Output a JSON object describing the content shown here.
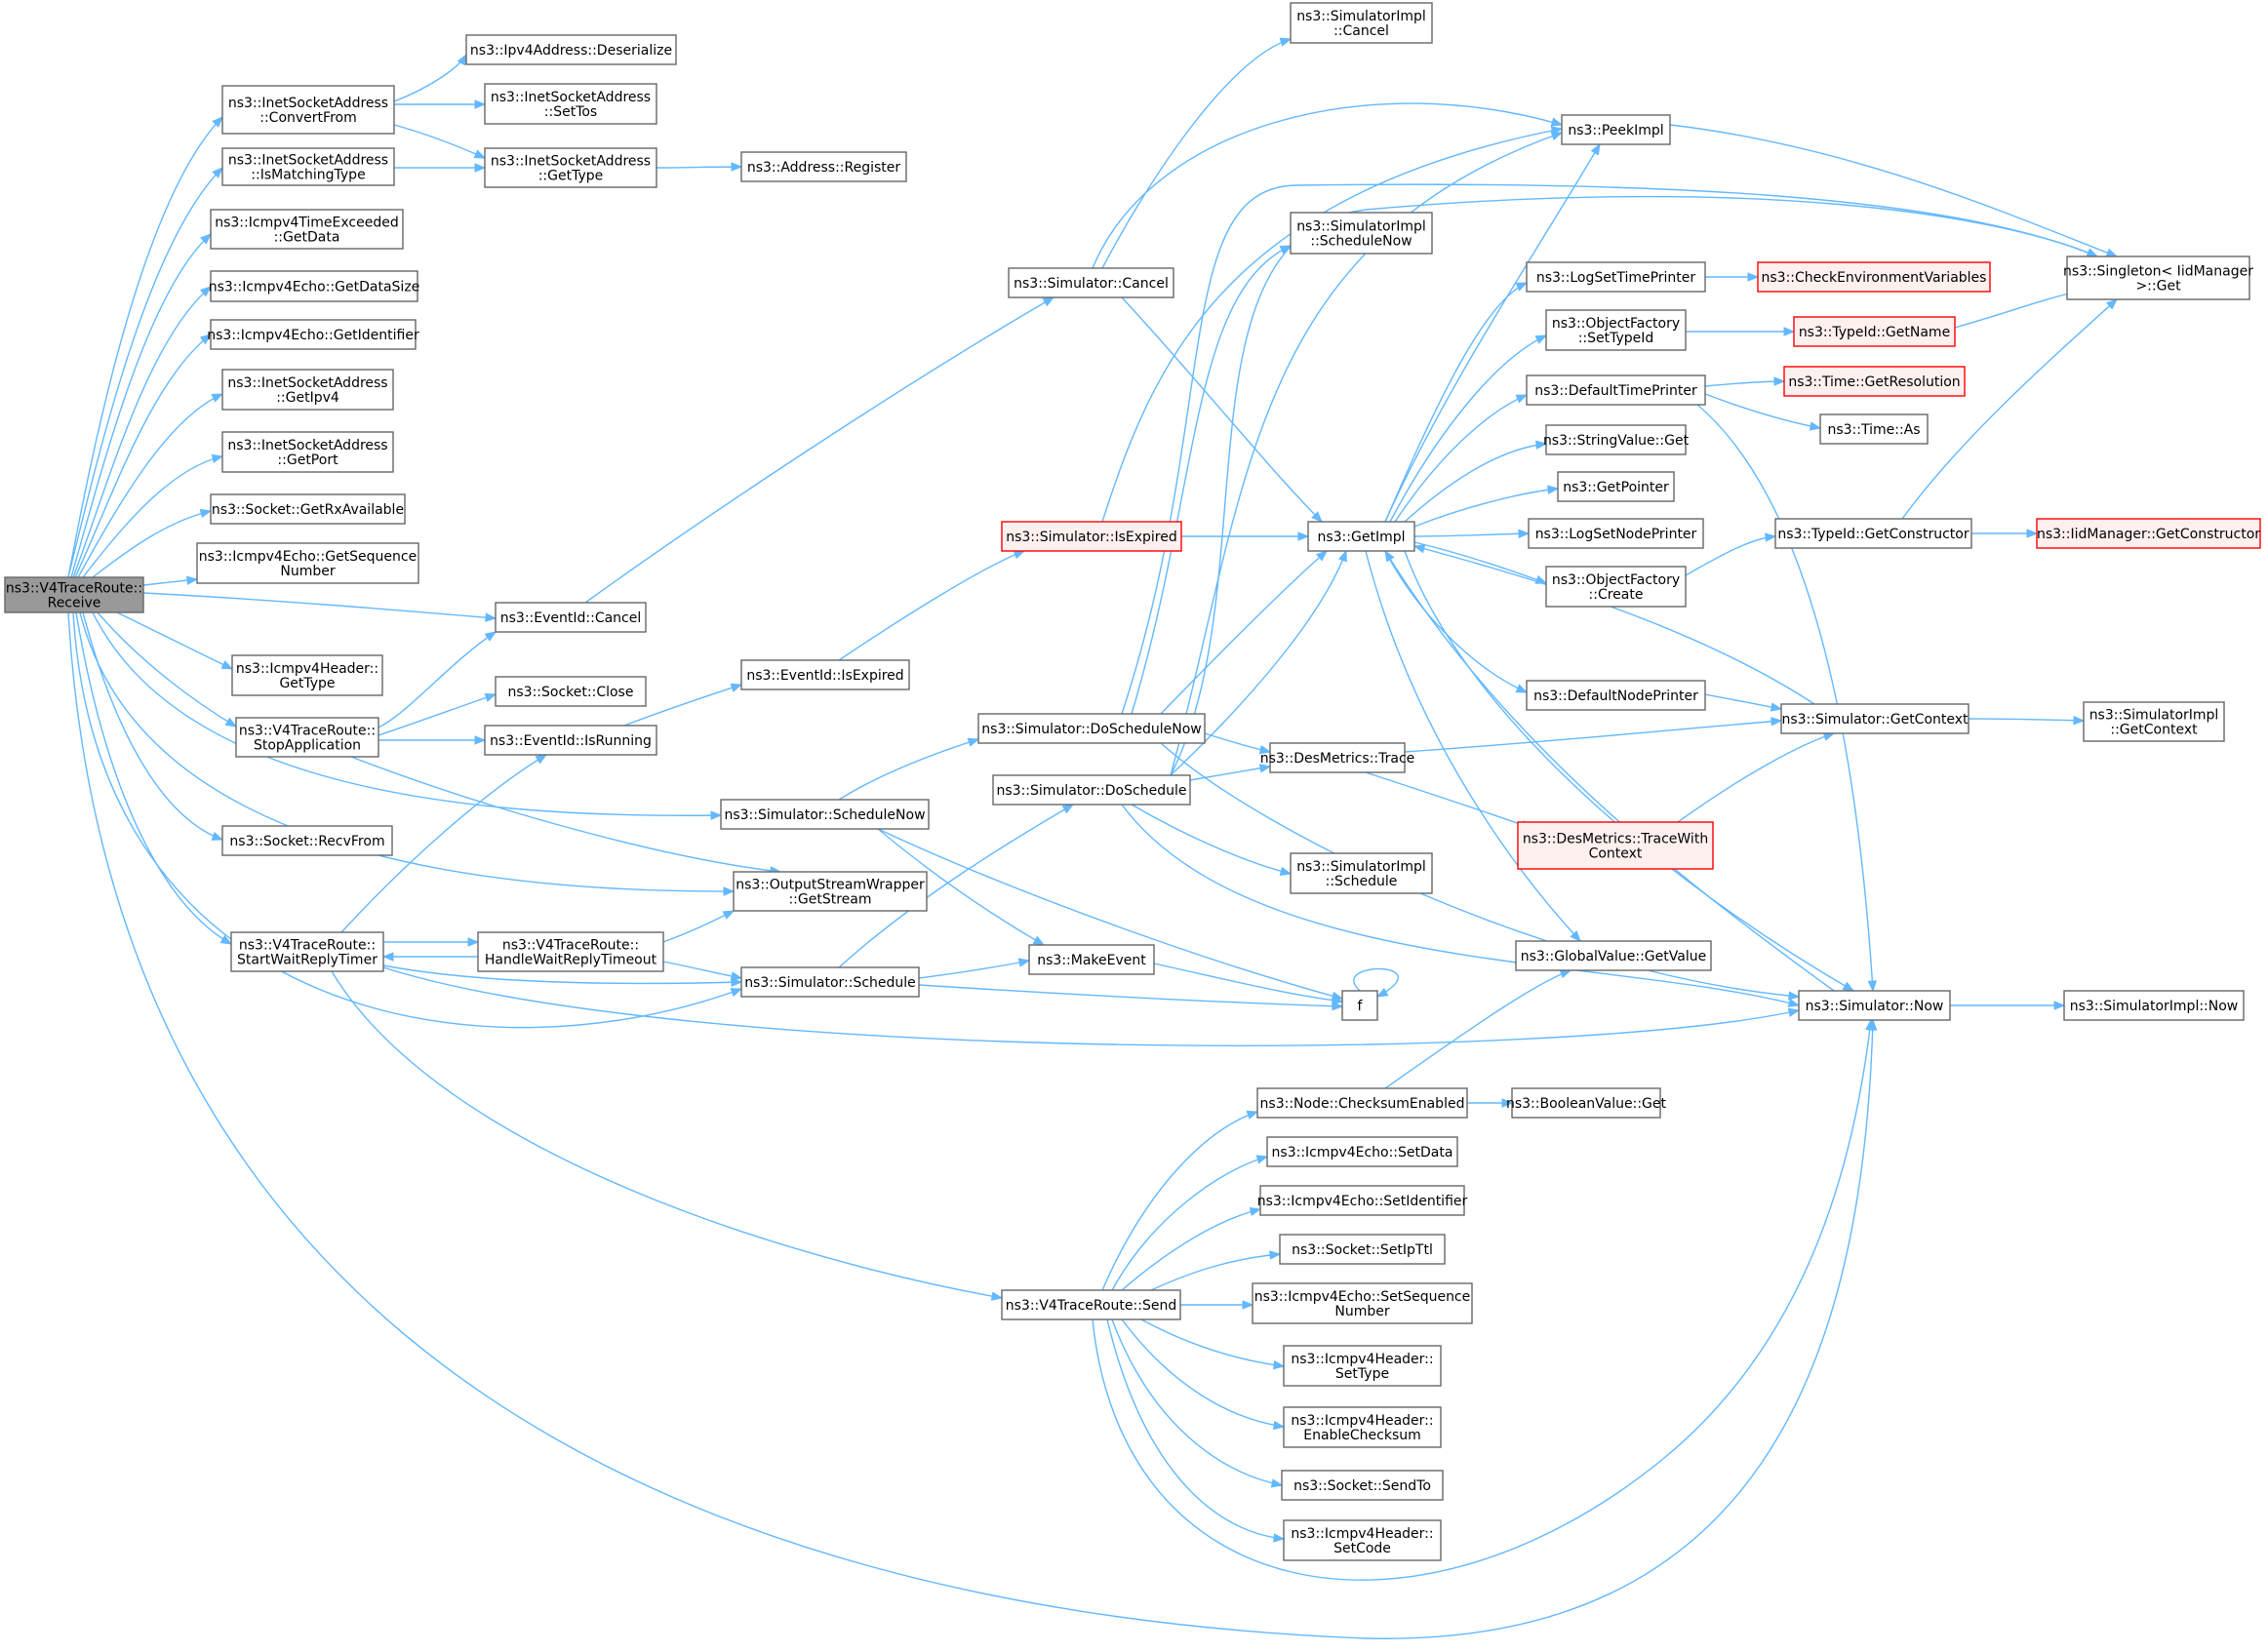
{
  "graph": {
    "colors": {
      "edge": "#63b8ff",
      "node_border": "#666666",
      "root_fill": "#999999",
      "highlight_border": "#ff0000",
      "highlight_fill": "#fff0f0"
    },
    "nodes": [
      {
        "id": "root",
        "lines": [
          "ns3::V4TraceRoute::",
          "Receive"
        ],
        "kind": "root"
      },
      {
        "id": "convertFrom",
        "lines": [
          "ns3::InetSocketAddress",
          "::ConvertFrom"
        ]
      },
      {
        "id": "isMatching",
        "lines": [
          "ns3::InetSocketAddress",
          "::IsMatchingType"
        ]
      },
      {
        "id": "timeExceeded",
        "lines": [
          "ns3::Icmpv4TimeExceeded",
          "::GetData"
        ]
      },
      {
        "id": "echoDataSize",
        "lines": [
          "ns3::Icmpv4Echo::GetDataSize"
        ]
      },
      {
        "id": "echoIdent",
        "lines": [
          "ns3::Icmpv4Echo::GetIdentifier"
        ]
      },
      {
        "id": "getIpv4",
        "lines": [
          "ns3::InetSocketAddress",
          "::GetIpv4"
        ]
      },
      {
        "id": "getPort",
        "lines": [
          "ns3::InetSocketAddress",
          "::GetPort"
        ]
      },
      {
        "id": "rxAvail",
        "lines": [
          "ns3::Socket::GetRxAvailable"
        ]
      },
      {
        "id": "echoSeq",
        "lines": [
          "ns3::Icmpv4Echo::GetSequence",
          "Number"
        ]
      },
      {
        "id": "hdrGetType",
        "lines": [
          "ns3::Icmpv4Header::",
          "GetType"
        ]
      },
      {
        "id": "stopApp",
        "lines": [
          "ns3::V4TraceRoute::",
          "StopApplication"
        ]
      },
      {
        "id": "recvFrom",
        "lines": [
          "ns3::Socket::RecvFrom"
        ]
      },
      {
        "id": "startWait",
        "lines": [
          "ns3::V4TraceRoute::",
          "StartWaitReplyTimer"
        ]
      },
      {
        "id": "ipv4Deser",
        "lines": [
          "ns3::Ipv4Address::Deserialize"
        ]
      },
      {
        "id": "setTos",
        "lines": [
          "ns3::InetSocketAddress",
          "::SetTos"
        ]
      },
      {
        "id": "isaGetType",
        "lines": [
          "ns3::InetSocketAddress",
          "::GetType"
        ]
      },
      {
        "id": "addrReg",
        "lines": [
          "ns3::Address::Register"
        ]
      },
      {
        "id": "eidCancel",
        "lines": [
          "ns3::EventId::Cancel"
        ]
      },
      {
        "id": "sockClose",
        "lines": [
          "ns3::Socket::Close"
        ]
      },
      {
        "id": "eidRunning",
        "lines": [
          "ns3::EventId::IsRunning"
        ]
      },
      {
        "id": "eidExpired",
        "lines": [
          "ns3::EventId::IsExpired"
        ]
      },
      {
        "id": "schedNow",
        "lines": [
          "ns3::Simulator::ScheduleNow"
        ]
      },
      {
        "id": "osw",
        "lines": [
          "ns3::OutputStreamWrapper",
          "::GetStream"
        ]
      },
      {
        "id": "handleWait",
        "lines": [
          "ns3::V4TraceRoute::",
          "HandleWaitReplyTimeout"
        ]
      },
      {
        "id": "simSched",
        "lines": [
          "ns3::Simulator::Schedule"
        ]
      },
      {
        "id": "simCancel",
        "lines": [
          "ns3::Simulator::Cancel"
        ]
      },
      {
        "id": "simExpired",
        "lines": [
          "ns3::Simulator::IsExpired"
        ],
        "kind": "red"
      },
      {
        "id": "doSchedNow",
        "lines": [
          "ns3::Simulator::DoScheduleNow"
        ]
      },
      {
        "id": "doSched",
        "lines": [
          "ns3::Simulator::DoSchedule"
        ]
      },
      {
        "id": "makeEvent",
        "lines": [
          "ns3::MakeEvent"
        ]
      },
      {
        "id": "v4Send",
        "lines": [
          "ns3::V4TraceRoute::Send"
        ]
      },
      {
        "id": "implCancel",
        "lines": [
          "ns3::SimulatorImpl",
          "::Cancel"
        ]
      },
      {
        "id": "peekImpl",
        "lines": [
          "ns3::PeekImpl"
        ]
      },
      {
        "id": "implSchedNow",
        "lines": [
          "ns3::SimulatorImpl",
          "::ScheduleNow"
        ]
      },
      {
        "id": "getImpl",
        "lines": [
          "ns3::GetImpl"
        ]
      },
      {
        "id": "desTrace",
        "lines": [
          "ns3::DesMetrics::Trace"
        ]
      },
      {
        "id": "implSched",
        "lines": [
          "ns3::SimulatorImpl",
          "::Schedule"
        ]
      },
      {
        "id": "f",
        "lines": [
          "f"
        ]
      },
      {
        "id": "nodeChecksum",
        "lines": [
          "ns3::Node::ChecksumEnabled"
        ]
      },
      {
        "id": "echoSetData",
        "lines": [
          "ns3::Icmpv4Echo::SetData"
        ]
      },
      {
        "id": "echoSetIdent",
        "lines": [
          "ns3::Icmpv4Echo::SetIdentifier"
        ]
      },
      {
        "id": "sockSetIpTtl",
        "lines": [
          "ns3::Socket::SetIpTtl"
        ]
      },
      {
        "id": "echoSetSeq",
        "lines": [
          "ns3::Icmpv4Echo::SetSequence",
          "Number"
        ]
      },
      {
        "id": "hdrSetType",
        "lines": [
          "ns3::Icmpv4Header::",
          "SetType"
        ]
      },
      {
        "id": "hdrChecksum",
        "lines": [
          "ns3::Icmpv4Header::",
          "EnableChecksum"
        ]
      },
      {
        "id": "sockSendTo",
        "lines": [
          "ns3::Socket::SendTo"
        ]
      },
      {
        "id": "hdrSetCode",
        "lines": [
          "ns3::Icmpv4Header::",
          "SetCode"
        ]
      },
      {
        "id": "logTime",
        "lines": [
          "ns3::LogSetTimePrinter"
        ]
      },
      {
        "id": "objSetTypeId",
        "lines": [
          "ns3::ObjectFactory",
          "::SetTypeId"
        ]
      },
      {
        "id": "defTime",
        "lines": [
          "ns3::DefaultTimePrinter"
        ]
      },
      {
        "id": "strGet",
        "lines": [
          "ns3::StringValue::Get"
        ]
      },
      {
        "id": "getPointer",
        "lines": [
          "ns3::GetPointer"
        ]
      },
      {
        "id": "logNode",
        "lines": [
          "ns3::LogSetNodePrinter"
        ]
      },
      {
        "id": "objCreate",
        "lines": [
          "ns3::ObjectFactory",
          "::Create"
        ]
      },
      {
        "id": "defNode",
        "lines": [
          "ns3::DefaultNodePrinter"
        ]
      },
      {
        "id": "traceCtx",
        "lines": [
          "ns3::DesMetrics::TraceWith",
          "Context"
        ],
        "kind": "red"
      },
      {
        "id": "gvGet",
        "lines": [
          "ns3::GlobalValue::GetValue"
        ]
      },
      {
        "id": "boolGet",
        "lines": [
          "ns3::BooleanValue::Get"
        ]
      },
      {
        "id": "checkEnv",
        "lines": [
          "ns3::CheckEnvironmentVariables"
        ],
        "kind": "red"
      },
      {
        "id": "tidName",
        "lines": [
          "ns3::TypeId::GetName"
        ],
        "kind": "red"
      },
      {
        "id": "timeRes",
        "lines": [
          "ns3::Time::GetResolution"
        ],
        "kind": "red"
      },
      {
        "id": "timeAs",
        "lines": [
          "ns3::Time::As"
        ]
      },
      {
        "id": "tidCtor",
        "lines": [
          "ns3::TypeId::GetConstructor"
        ]
      },
      {
        "id": "simCtx",
        "lines": [
          "ns3::Simulator::GetContext"
        ]
      },
      {
        "id": "simNow",
        "lines": [
          "ns3::Simulator::Now"
        ]
      },
      {
        "id": "singleton",
        "lines": [
          "ns3::Singleton< IidManager",
          ">::Get"
        ]
      },
      {
        "id": "iidCtor",
        "lines": [
          "ns3::IidManager::GetConstructor"
        ],
        "kind": "red"
      },
      {
        "id": "implCtx",
        "lines": [
          "ns3::SimulatorImpl",
          "::GetContext"
        ]
      },
      {
        "id": "implNow",
        "lines": [
          "ns3::SimulatorImpl::Now"
        ]
      }
    ]
  }
}
